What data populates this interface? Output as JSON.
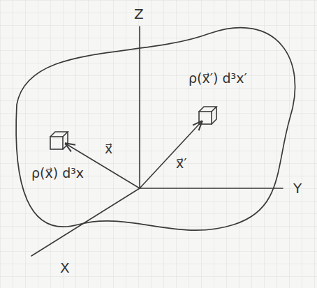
{
  "diagram": {
    "nodes": [
      {
        "text": [
          "ρ(x⃗′) d³x′",
          "x⃗",
          "x⃗′",
          "ρ(x⃗) d³x"
        ]
      }
    ],
    "labels": [
      "Z",
      "Y",
      "X"
    ]
  }
}
